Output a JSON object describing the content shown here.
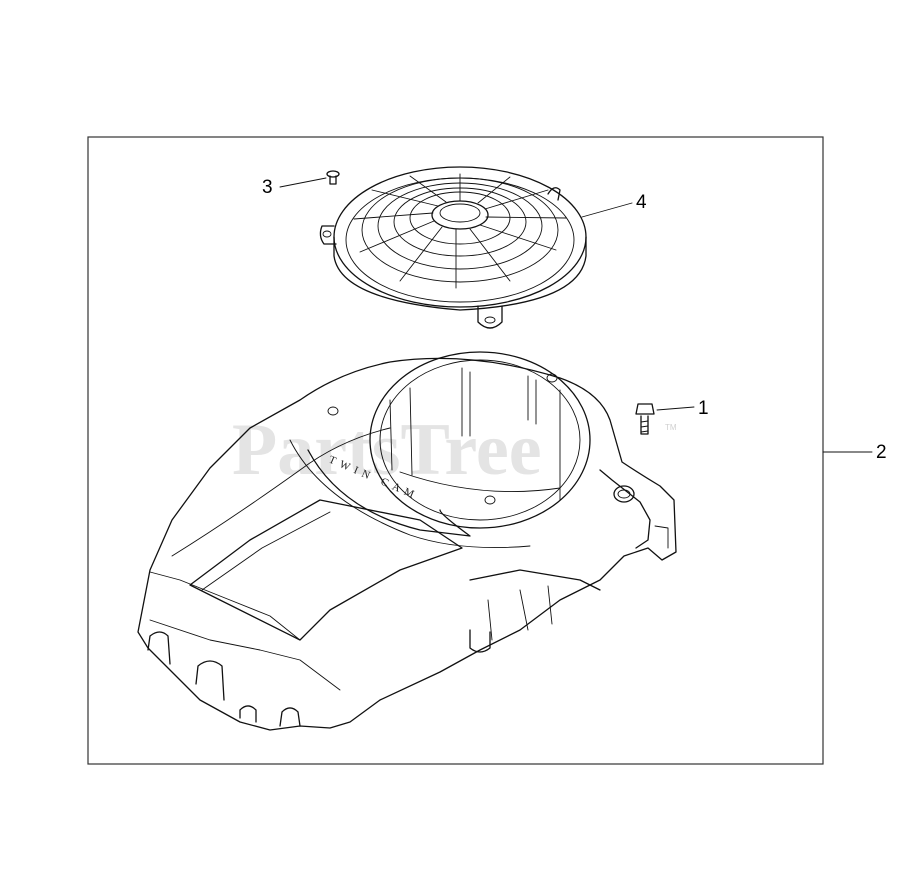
{
  "diagram": {
    "watermark": "PartsTree",
    "watermark_tm": "TM",
    "shroud_brand": "TWIN CAM",
    "callouts": [
      {
        "id": "1",
        "label": "1"
      },
      {
        "id": "2",
        "label": "2"
      },
      {
        "id": "3",
        "label": "3"
      },
      {
        "id": "4",
        "label": "4"
      }
    ]
  },
  "colors": {
    "line": "#111111",
    "watermark": "#d8d8d8",
    "frame": "#333333"
  }
}
